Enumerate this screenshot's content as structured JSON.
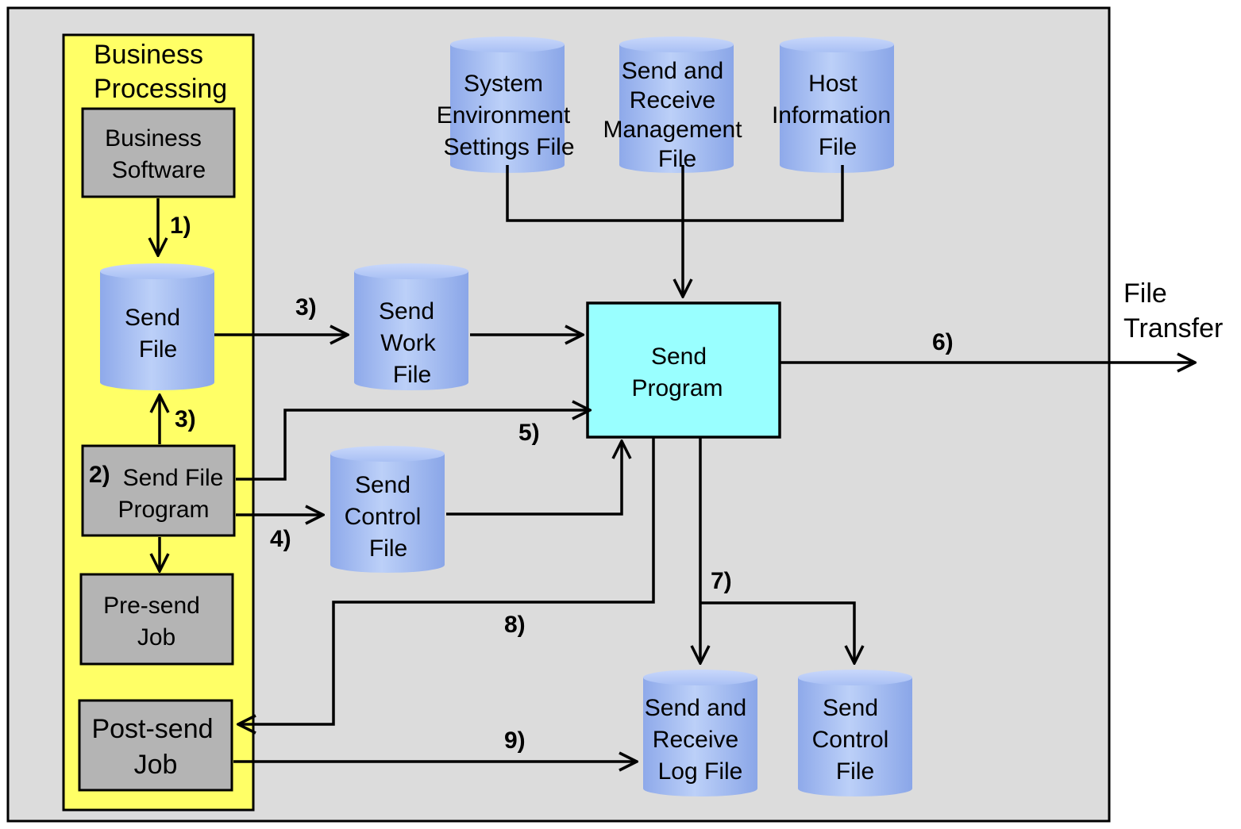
{
  "colors": {
    "background_panel": "#dcdcdc",
    "business_panel": "#ffff66",
    "process_box": "#b4b4b4",
    "program_box": "#99ffff",
    "cylinder_light": "#b3c9f7",
    "cylinder_dark": "#7b9be3",
    "line": "#000000"
  },
  "business": {
    "title_line1": "Business",
    "title_line2": "Processing",
    "software_line1": "Business",
    "software_line2": "Software",
    "send_file_program_line1": "Send File",
    "send_file_program_line2": "Program",
    "pre_send_line1": "Pre-send",
    "pre_send_line2": "Job",
    "post_send_line1": "Post-send",
    "post_send_line2": "Job"
  },
  "files": {
    "send_file": [
      "Send",
      "File"
    ],
    "send_work_file": [
      "Send",
      "Work",
      "File"
    ],
    "send_control_file_left": [
      "Send",
      "Control",
      "File"
    ],
    "system_env": [
      "System",
      "Environment",
      "Settings  File"
    ],
    "send_receive_mgmt": [
      "Send  and",
      "Receive",
      "Management",
      "File"
    ],
    "host_info": [
      "Host",
      "Information",
      "File"
    ],
    "send_receive_log": [
      "Send and",
      "Receive",
      "Log File"
    ],
    "send_control_file_right": [
      "Send",
      "Control",
      "File"
    ]
  },
  "program": {
    "line1": "Send",
    "line2": "Program"
  },
  "output": {
    "line1": "File",
    "line2": "Transfer"
  },
  "steps": {
    "s1": "1)",
    "s2": "2)",
    "s3a": "3)",
    "s3b": "3)",
    "s4": "4)",
    "s5": "5)",
    "s6": "6)",
    "s7": "7)",
    "s8": "8)",
    "s9": "9)"
  }
}
